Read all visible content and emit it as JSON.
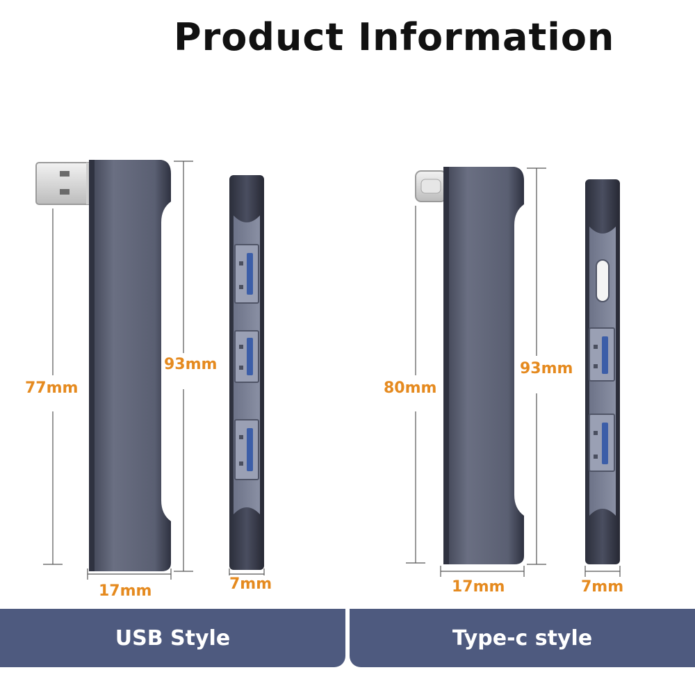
{
  "title": "Product Information",
  "usb": {
    "height_label": "93mm",
    "cable_label": "77mm",
    "width_label": "17mm",
    "depth_label": "7mm",
    "style_label": "USB Style"
  },
  "typec": {
    "height_label": "93mm",
    "cable_label": "80mm",
    "width_label": "17mm",
    "depth_label": "7mm",
    "style_label": "Type-c style"
  },
  "colors": {
    "accent_orange": "#e58a1f",
    "banner": "#4e5a7f",
    "hub_body": "#5c6175"
  }
}
